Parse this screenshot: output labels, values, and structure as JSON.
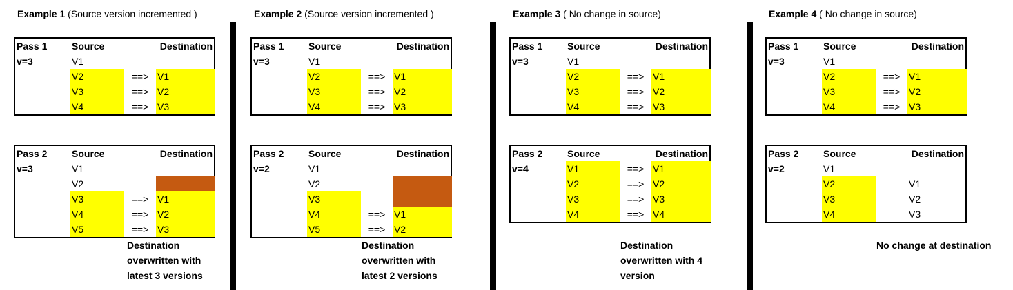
{
  "colors": {
    "highlight": "#ffff00",
    "overwritten": "#c55a11",
    "divider": "#000000"
  },
  "examples": [
    {
      "title": "Example 1",
      "subtitle": "(Source version incremented )",
      "pass1": {
        "pass": "Pass 1",
        "version": "v=3",
        "source_header": "Source",
        "dest_header": "Destination",
        "rows": [
          {
            "src": "V1",
            "arrow": "",
            "dst": "",
            "src_hl": false,
            "dst_hl": "none"
          },
          {
            "src": "V2",
            "arrow": "==>",
            "dst": "V1",
            "src_hl": true,
            "dst_hl": "yellow"
          },
          {
            "src": "V3",
            "arrow": "==>",
            "dst": "V2",
            "src_hl": true,
            "dst_hl": "yellow"
          },
          {
            "src": "V4",
            "arrow": "==>",
            "dst": "V3",
            "src_hl": true,
            "dst_hl": "yellow"
          }
        ]
      },
      "pass2": {
        "pass": "Pass 2",
        "version": "v=3",
        "source_header": "Source",
        "dest_header": "Destination",
        "rows": [
          {
            "src": "V1",
            "arrow": "",
            "dst": "",
            "src_hl": false,
            "dst_hl": "none"
          },
          {
            "src": "V2",
            "arrow": "",
            "dst": "",
            "src_hl": false,
            "dst_hl": "orange"
          },
          {
            "src": "V3",
            "arrow": "==>",
            "dst": "V1",
            "src_hl": true,
            "dst_hl": "yellow"
          },
          {
            "src": "V4",
            "arrow": "==>",
            "dst": "V2",
            "src_hl": true,
            "dst_hl": "yellow"
          },
          {
            "src": "V5",
            "arrow": "==>",
            "dst": "V3",
            "src_hl": true,
            "dst_hl": "yellow"
          }
        ]
      },
      "note": [
        "Destination",
        "overwritten with",
        "latest 3 versions"
      ]
    },
    {
      "title": "Example 2",
      "subtitle": "(Source version incremented )",
      "pass1": {
        "pass": "Pass 1",
        "version": "v=3",
        "source_header": "Source",
        "dest_header": "Destination",
        "rows": [
          {
            "src": "V1",
            "arrow": "",
            "dst": "",
            "src_hl": false,
            "dst_hl": "none"
          },
          {
            "src": "V2",
            "arrow": "==>",
            "dst": "V1",
            "src_hl": true,
            "dst_hl": "yellow"
          },
          {
            "src": "V3",
            "arrow": "==>",
            "dst": "V2",
            "src_hl": true,
            "dst_hl": "yellow"
          },
          {
            "src": "V4",
            "arrow": "==>",
            "dst": "V3",
            "src_hl": true,
            "dst_hl": "yellow"
          }
        ]
      },
      "pass2": {
        "pass": "Pass 2",
        "version": "v=2",
        "source_header": "Source",
        "dest_header": "Destination",
        "rows": [
          {
            "src": "V1",
            "arrow": "",
            "dst": "",
            "src_hl": false,
            "dst_hl": "none"
          },
          {
            "src": "V2",
            "arrow": "",
            "dst": "",
            "src_hl": false,
            "dst_hl": "orange"
          },
          {
            "src": "V3",
            "arrow": "",
            "dst": "",
            "src_hl": true,
            "dst_hl": "orange"
          },
          {
            "src": "V4",
            "arrow": "==>",
            "dst": "V1",
            "src_hl": true,
            "dst_hl": "yellow"
          },
          {
            "src": "V5",
            "arrow": "==>",
            "dst": "V2",
            "src_hl": true,
            "dst_hl": "yellow"
          }
        ]
      },
      "note": [
        "Destination",
        "overwritten with",
        "latest 2 versions"
      ]
    },
    {
      "title": "Example 3",
      "subtitle": "( No change in source)",
      "pass1": {
        "pass": "Pass 1",
        "version": "v=3",
        "source_header": "Source",
        "dest_header": "Destination",
        "rows": [
          {
            "src": "V1",
            "arrow": "",
            "dst": "",
            "src_hl": false,
            "dst_hl": "none"
          },
          {
            "src": "V2",
            "arrow": "==>",
            "dst": "V1",
            "src_hl": true,
            "dst_hl": "yellow"
          },
          {
            "src": "V3",
            "arrow": "==>",
            "dst": "V2",
            "src_hl": true,
            "dst_hl": "yellow"
          },
          {
            "src": "V4",
            "arrow": "==>",
            "dst": "V3",
            "src_hl": true,
            "dst_hl": "yellow"
          }
        ]
      },
      "pass2": {
        "pass": "Pass 2",
        "version": "v=4",
        "source_header": "Source",
        "dest_header": "Destination",
        "rows": [
          {
            "src": "V1",
            "arrow": "==>",
            "dst": "V1",
            "src_hl": true,
            "dst_hl": "yellow"
          },
          {
            "src": "V2",
            "arrow": "==>",
            "dst": "V2",
            "src_hl": true,
            "dst_hl": "yellow"
          },
          {
            "src": "V3",
            "arrow": "==>",
            "dst": "V3",
            "src_hl": true,
            "dst_hl": "yellow"
          },
          {
            "src": "V4",
            "arrow": "==>",
            "dst": "V4",
            "src_hl": true,
            "dst_hl": "yellow"
          }
        ]
      },
      "note": [
        "Destination",
        "overwritten with 4",
        "version"
      ]
    },
    {
      "title": "Example 4",
      "subtitle": "( No change in source)",
      "pass1": {
        "pass": "Pass 1",
        "version": "v=3",
        "source_header": "Source",
        "dest_header": "Destination",
        "rows": [
          {
            "src": "V1",
            "arrow": "",
            "dst": "",
            "src_hl": false,
            "dst_hl": "none"
          },
          {
            "src": "V2",
            "arrow": "==>",
            "dst": "V1",
            "src_hl": true,
            "dst_hl": "yellow"
          },
          {
            "src": "V3",
            "arrow": "==>",
            "dst": "V2",
            "src_hl": true,
            "dst_hl": "yellow"
          },
          {
            "src": "V4",
            "arrow": "==>",
            "dst": "V3",
            "src_hl": true,
            "dst_hl": "yellow"
          }
        ]
      },
      "pass2": {
        "pass": "Pass 2",
        "version": "v=2",
        "source_header": "Source",
        "dest_header": "Destination",
        "rows": [
          {
            "src": "V1",
            "arrow": "",
            "dst": "",
            "src_hl": false,
            "dst_hl": "none"
          },
          {
            "src": "V2",
            "arrow": "",
            "dst": "V1",
            "src_hl": true,
            "dst_hl": "none"
          },
          {
            "src": "V3",
            "arrow": "",
            "dst": "V2",
            "src_hl": true,
            "dst_hl": "none"
          },
          {
            "src": "V4",
            "arrow": "",
            "dst": "V3",
            "src_hl": true,
            "dst_hl": "none"
          }
        ]
      },
      "note": [
        "No change at destination"
      ]
    }
  ]
}
